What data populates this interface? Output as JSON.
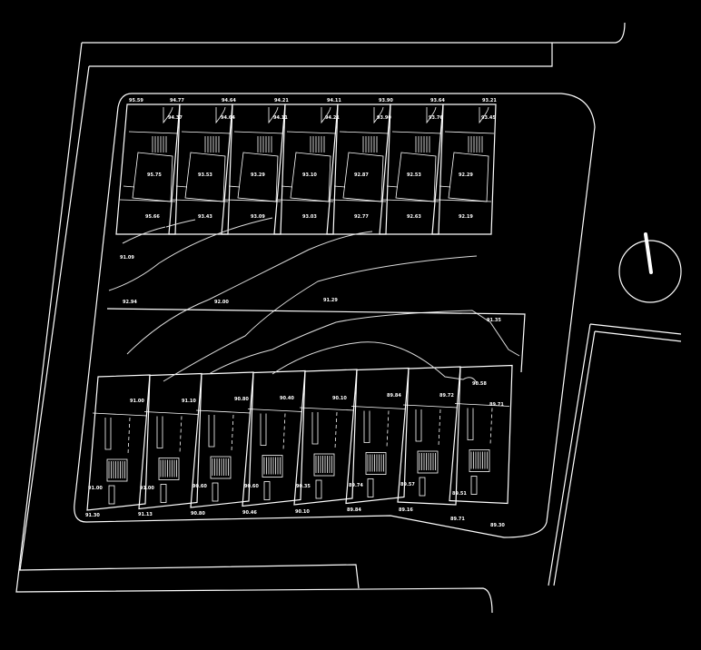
{
  "drawing": {
    "top_edge_levels": [
      "95.59",
      "94.77",
      "94.64",
      "94.21",
      "94.11",
      "93.90",
      "93.64",
      "93.21"
    ],
    "top_inner_levels": [
      "94.37",
      "94.64",
      "94.11",
      "94.21",
      "93.90",
      "93.76",
      "93.45"
    ],
    "top_unit_levels": [
      "95.75",
      "93.53",
      "93.29",
      "93.10",
      "92.87",
      "92.53",
      "92.29"
    ],
    "top_yard_levels": [
      "95.66",
      "93.43",
      "93.09",
      "93.03",
      "92.77",
      "92.63",
      "92.19"
    ],
    "middle_levels": [
      "91.09",
      "92.94",
      "92.00",
      "91.29",
      "91.35",
      "90.58"
    ],
    "bottom_yard_levels": [
      "91.00",
      "91.10",
      "90.80",
      "90.40",
      "90.10",
      "89.84",
      "89.72",
      "89.71"
    ],
    "bottom_inner_levels": [
      "91.00",
      "91.00",
      "90.60",
      "90.60",
      "90.35",
      "89.74",
      "89.57",
      "89.51"
    ],
    "bottom_street_levels": [
      "91.30",
      "91.13",
      "90.80",
      "90.46",
      "90.10",
      "89.84",
      "89.16",
      "89.71",
      "89.30"
    ]
  },
  "colors": {
    "background": "#000000",
    "line": "#ffffff"
  }
}
